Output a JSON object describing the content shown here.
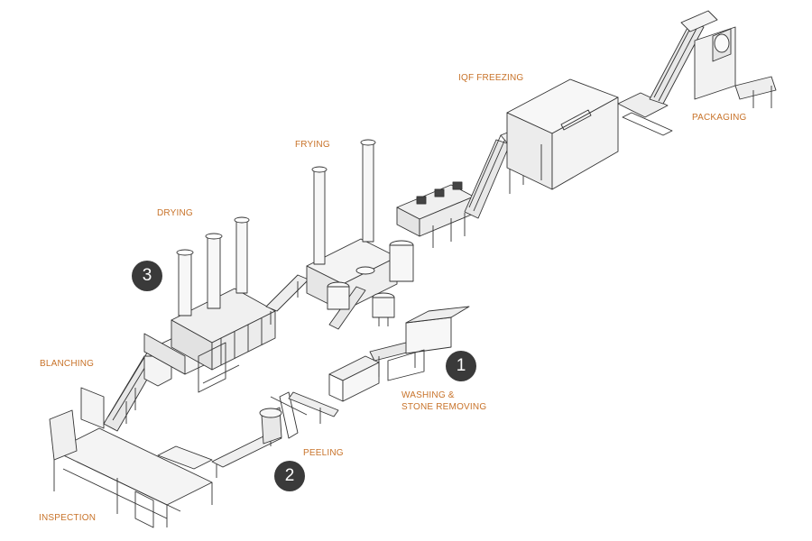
{
  "colors": {
    "label": "#c8732a",
    "badge": "#3a3a3a",
    "line": "#333333"
  },
  "stages": {
    "washing_line1": "WASHING &",
    "washing_line2": "STONE REMOVING",
    "peeling": "PEELING",
    "inspection": "INSPECTION",
    "blanching": "BLANCHING",
    "drying": "DRYING",
    "frying": "FRYING",
    "iqf_freezing": "IQF FREEZING",
    "packaging": "PACKAGING"
  },
  "badges": {
    "one": "1",
    "two": "2",
    "three": "3"
  }
}
